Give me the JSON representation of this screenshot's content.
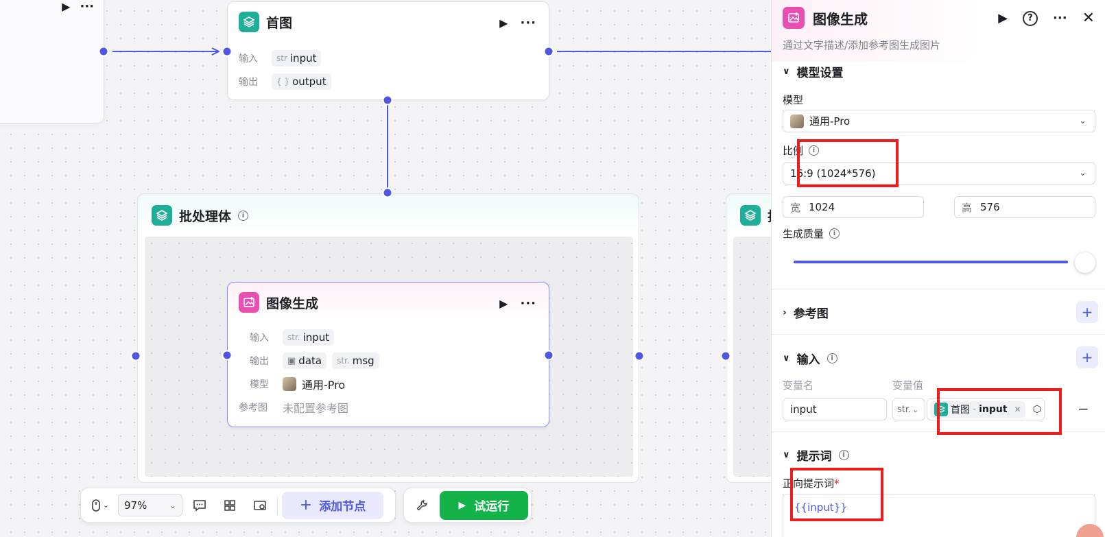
{
  "top_node": {
    "title": "首图",
    "input_label": "输入",
    "input_type": "str",
    "input_name": "input",
    "output_label": "输出",
    "output_type": "{ }",
    "output_name": "output"
  },
  "batch_node": {
    "title": "批处理体",
    "title_right": "批处"
  },
  "image_node": {
    "title": "图像生成",
    "input_label": "输入",
    "input_type": "str.",
    "input_name": "input",
    "output_label": "输出",
    "output_name_1": "data",
    "output_type_2": "str.",
    "output_name_2": "msg",
    "model_label": "模型",
    "model_value": "通用-Pro",
    "ref_label": "参考图",
    "ref_value": "未配置参考图"
  },
  "toolbar": {
    "zoom": "97%",
    "add_node": "添加节点",
    "run": "试运行"
  },
  "panel": {
    "title": "图像生成",
    "description": "通过文字描述/添加参考图生成图片",
    "model_section": "模型设置",
    "model_label": "模型",
    "model_value": "通用-Pro",
    "ratio_label": "比例",
    "ratio_value": "16:9 (1024*576)",
    "width_label": "宽",
    "width_value": "1024",
    "height_label": "高",
    "height_value": "576",
    "quality_label": "生成质量",
    "quality_level": 1.0,
    "ref_section": "参考图",
    "input_section": "输入",
    "var_name_header": "变量名",
    "var_value_header": "变量值",
    "var_name": "input",
    "var_type": "str.",
    "var_ref_node": "首图",
    "var_ref_sep": "-",
    "var_ref_name": "input",
    "prompt_section": "提示词",
    "positive_label": "正向提示词",
    "required_mark": "*",
    "positive_value": "{{input}}"
  },
  "colors": {
    "accent": "#4f57e0",
    "teal": "#1fae9a",
    "pink": "#e94fb0",
    "run_green": "#13b34a",
    "highlight": "#ee1c1c"
  }
}
